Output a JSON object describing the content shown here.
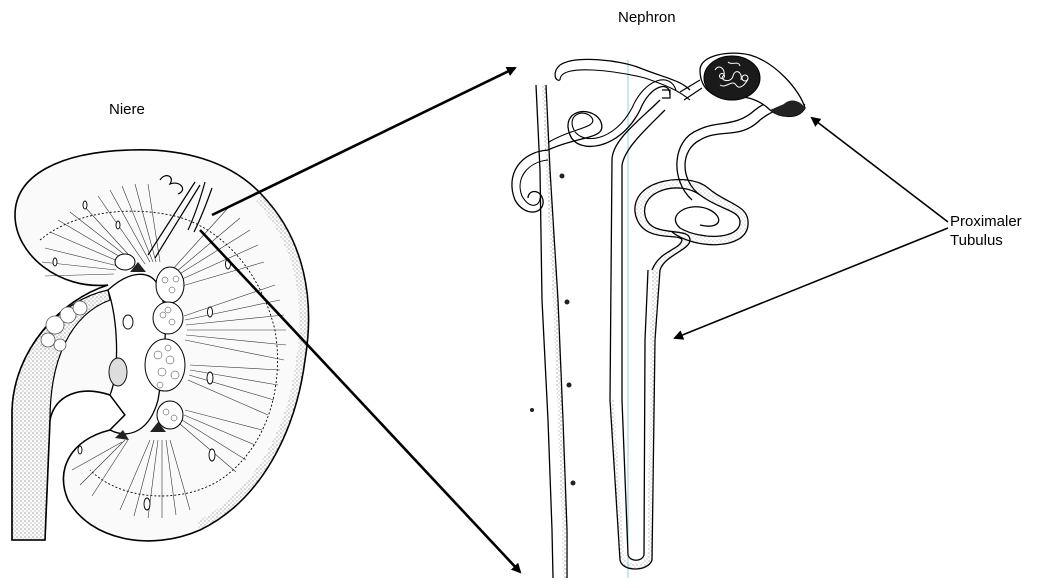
{
  "labels": {
    "kidney": "Niere",
    "nephron": "Nephron",
    "proximal_line1": "Proximaler",
    "proximal_line2": "Tubulus"
  },
  "colors": {
    "line": "#000000",
    "stipple": "#555555",
    "capillary": "#8fd3e8",
    "background": "#ffffff"
  }
}
